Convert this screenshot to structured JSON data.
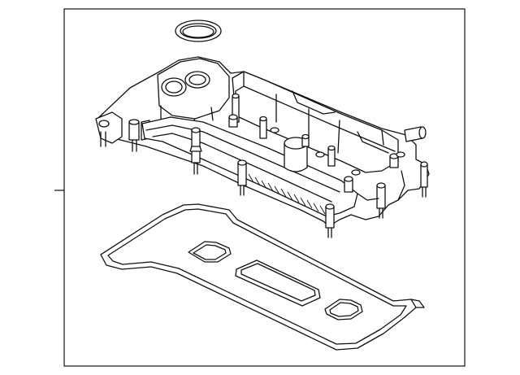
{
  "diagram": {
    "parts": [
      {
        "name": "valve-cover-assembly"
      },
      {
        "name": "oil-filler-seal-ring"
      },
      {
        "name": "valve-cover-gasket"
      }
    ],
    "stroke_color": "#111111",
    "background_color": "#ffffff"
  }
}
